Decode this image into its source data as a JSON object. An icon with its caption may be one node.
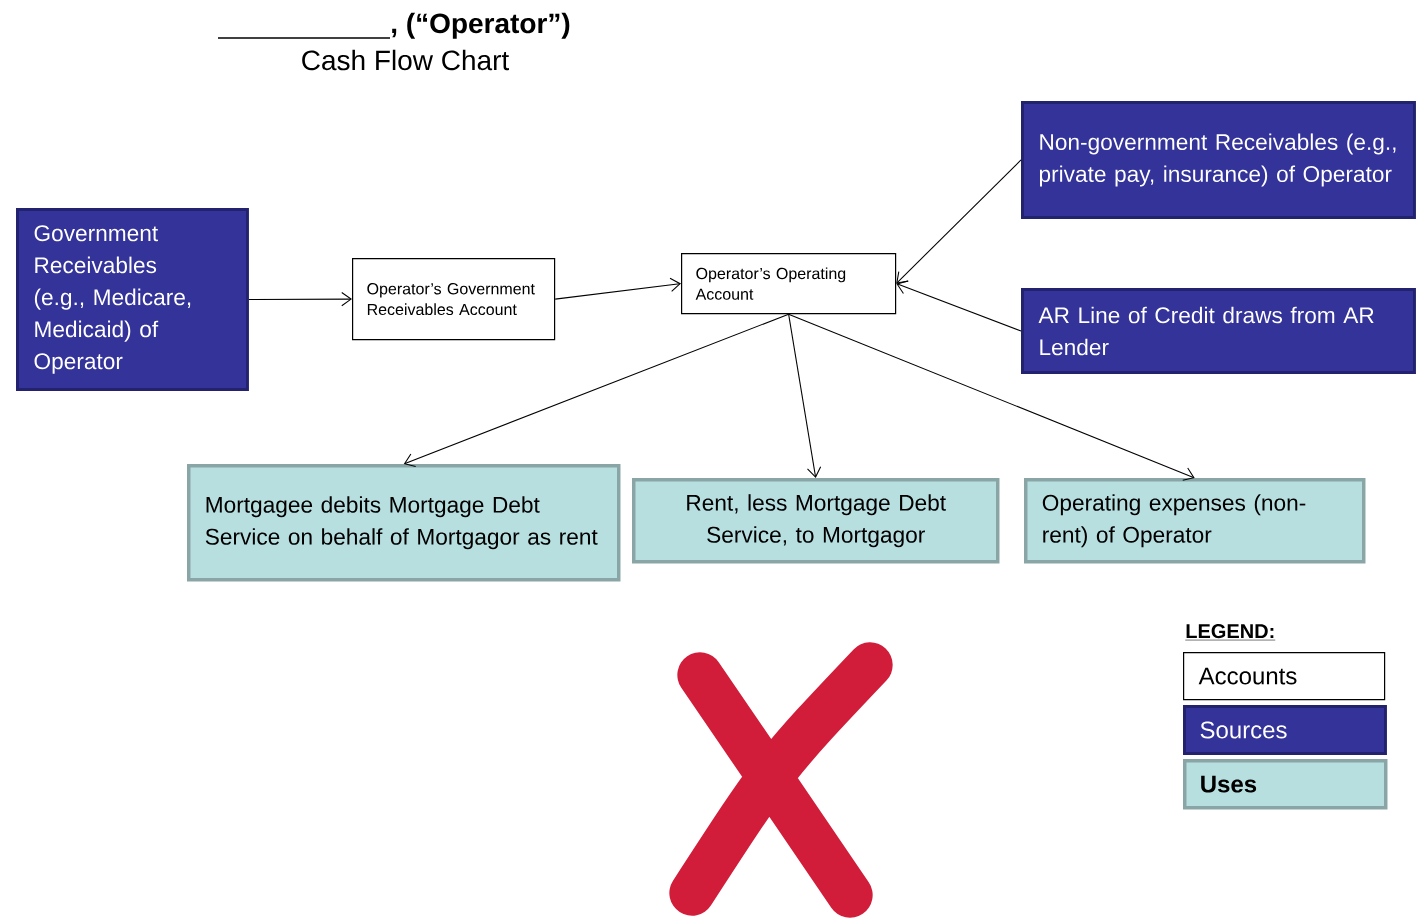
{
  "diagram": {
    "title": "Cash Flow Chart",
    "nodes": [
      {
        "text": [
          "Government Receivables (e.g., Medicare, Medicaid) of Operator"
        ]
      },
      {
        "text": [
          "Operator’s Government Receivables Account"
        ]
      },
      {
        "text": [
          "Operator’s Operating Account"
        ]
      },
      {
        "text": [
          "Non-government Receivables (e.g., private pay, insurance) of Operator"
        ]
      },
      {
        "text": [
          "AR Line of Credit draws from AR Lender"
        ]
      },
      {
        "text": [
          "Mortgagee debits Mortgage Debt Service on behalf of Mortgagor as rent"
        ]
      },
      {
        "text": [
          "Rent, less Mortgage Debt Service, to Mortgagor"
        ]
      },
      {
        "text": [
          "Operating expenses (non-rent) of Operator"
        ]
      }
    ],
    "edges": [
      {
        "from": 0,
        "to": 1,
        "arrow": "to"
      },
      {
        "from": 1,
        "to": 2,
        "arrow": "to"
      },
      {
        "from": 3,
        "to": 2,
        "arrow": "to"
      },
      {
        "from": 4,
        "to": 2,
        "arrow": "to"
      },
      {
        "from": 2,
        "to": 5,
        "arrow": "to"
      },
      {
        "from": 2,
        "to": 6,
        "arrow": "to"
      },
      {
        "from": 2,
        "to": 7,
        "arrow": "to"
      }
    ],
    "labels": [
      ", (“Operator”)",
      "LEGEND:"
    ],
    "legend": [
      {
        "text": "Accounts"
      },
      {
        "text": "Sources",
        "color": "#333399"
      },
      {
        "text": "Uses",
        "color": "#b7dfe0"
      }
    ]
  }
}
